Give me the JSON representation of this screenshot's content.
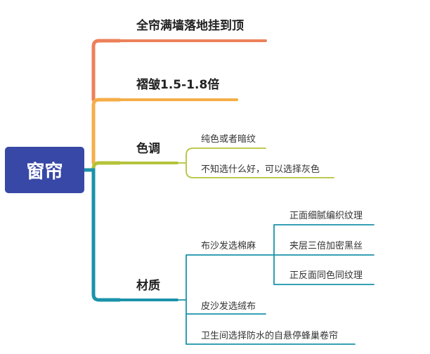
{
  "root": {
    "label": "窗帘",
    "color": "#3848a6"
  },
  "branches": [
    {
      "label": "全帘满墙落地挂到顶",
      "color": "#ec805a",
      "children": []
    },
    {
      "label": "褶皱1.5-1.8倍",
      "color": "#f5ae48",
      "children": []
    },
    {
      "label": "色调",
      "color": "#b5c33a",
      "children": [
        {
          "label": "纯色或者暗纹"
        },
        {
          "label": "不知选什么好，可以选择灰色"
        }
      ]
    },
    {
      "label": "材质",
      "color": "#1a93aa",
      "children": [
        {
          "label": "布沙发选棉麻",
          "children": [
            {
              "label": "正面细腻编织纹理"
            },
            {
              "label": "夹层三倍加密黑丝"
            },
            {
              "label": "正反面同色同纹理"
            }
          ]
        },
        {
          "label": "皮沙发选绒布"
        },
        {
          "label": "卫生间选择防水的自悬停蜂巢卷帘"
        }
      ]
    }
  ]
}
